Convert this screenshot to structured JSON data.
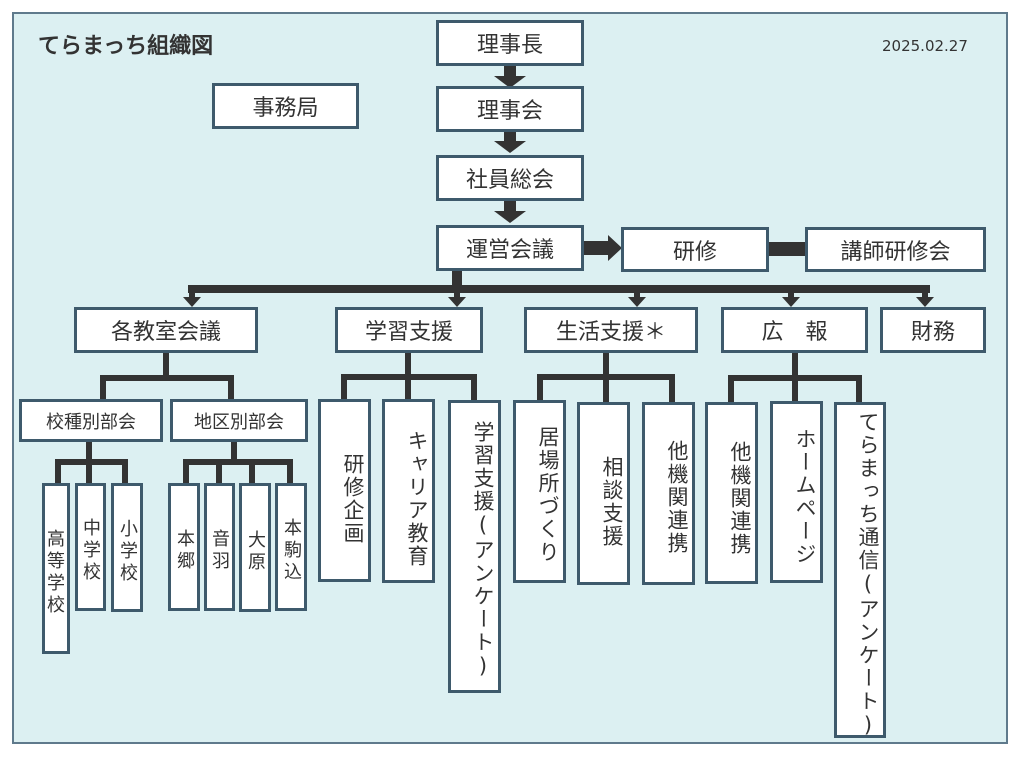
{
  "title": "てらまっち組織図",
  "date": "2025.02.27",
  "colors": {
    "background": "#dcf0f2",
    "box_fill": "#ffffff",
    "box_border": "#3e5a6c",
    "connector": "#333333"
  },
  "top_chain": [
    "理事長",
    "理事会",
    "社員総会",
    "運営会議"
  ],
  "secretariat": "事務局",
  "training": {
    "label": "研修",
    "linked": "講師研修会"
  },
  "departments": [
    {
      "label": "各教室会議",
      "groups": [
        {
          "label": "校種別部会",
          "children": [
            "高等学校",
            "中学校",
            "小学校"
          ]
        },
        {
          "label": "地区別部会",
          "children": [
            "本郷",
            "音羽",
            "大原",
            "本駒込"
          ]
        }
      ]
    },
    {
      "label": "学習支援",
      "children": [
        "研修企画",
        "キャリア教育",
        "学習支援(アンケート)"
      ]
    },
    {
      "label": "生活支援＊",
      "children": [
        "居場所づくり",
        "相談支援",
        "他機関連携"
      ]
    },
    {
      "label": "広　報",
      "children": [
        "他機関連携",
        "ホームページ",
        "てらまっち通信(アンケート)"
      ]
    },
    {
      "label": "財務",
      "children": []
    }
  ]
}
